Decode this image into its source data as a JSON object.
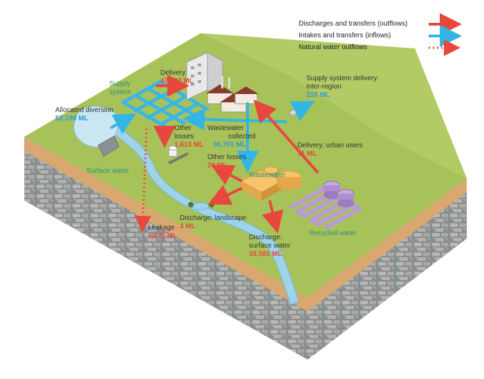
{
  "legend": {
    "outflows": "Discharges and transfers (outflows)",
    "inflows": "Intakes and transfers (inflows)",
    "natural": "Natural water outflows"
  },
  "labels": {
    "delivery": {
      "title": "Delivery",
      "value": "47,187 ML"
    },
    "supply_system": {
      "line1": "Supply",
      "line2": "system"
    },
    "allocated_diversion": {
      "title": "Allocated diversion",
      "value": "52,198 ML"
    },
    "surface_water": "Surface water",
    "other_losses_1": {
      "line1": "Other",
      "line2": "losses",
      "value": "1,613 ML"
    },
    "wastewater_collected": {
      "line1": "Wastewater",
      "line2": "collected",
      "value": "36,701 ML"
    },
    "inter_region": {
      "line1": "Supply system delivery:",
      "line2": "inter-region",
      "value": "210 ML"
    },
    "urban_users": {
      "title": "Delivery: urban users",
      "value": "71 ML"
    },
    "other_losses_2": {
      "title": "Other losses",
      "value": "26 ML"
    },
    "wastewater": "Wastewater",
    "landscape": {
      "title": "Discharge: landscape",
      "value": "3 ML"
    },
    "leakage": {
      "title": "Leakage",
      "value": "4,476 ML"
    },
    "discharge_surface": {
      "line1": "Discharge:",
      "line2": "surface water",
      "value": "33,581 ML"
    },
    "recycled_water": "Recycled water"
  },
  "colors": {
    "outflow": "#e8473d",
    "inflow": "#33b5e5",
    "natural": "#e8473d",
    "ground": "#a8c25a",
    "river": "#9fd3ea"
  }
}
